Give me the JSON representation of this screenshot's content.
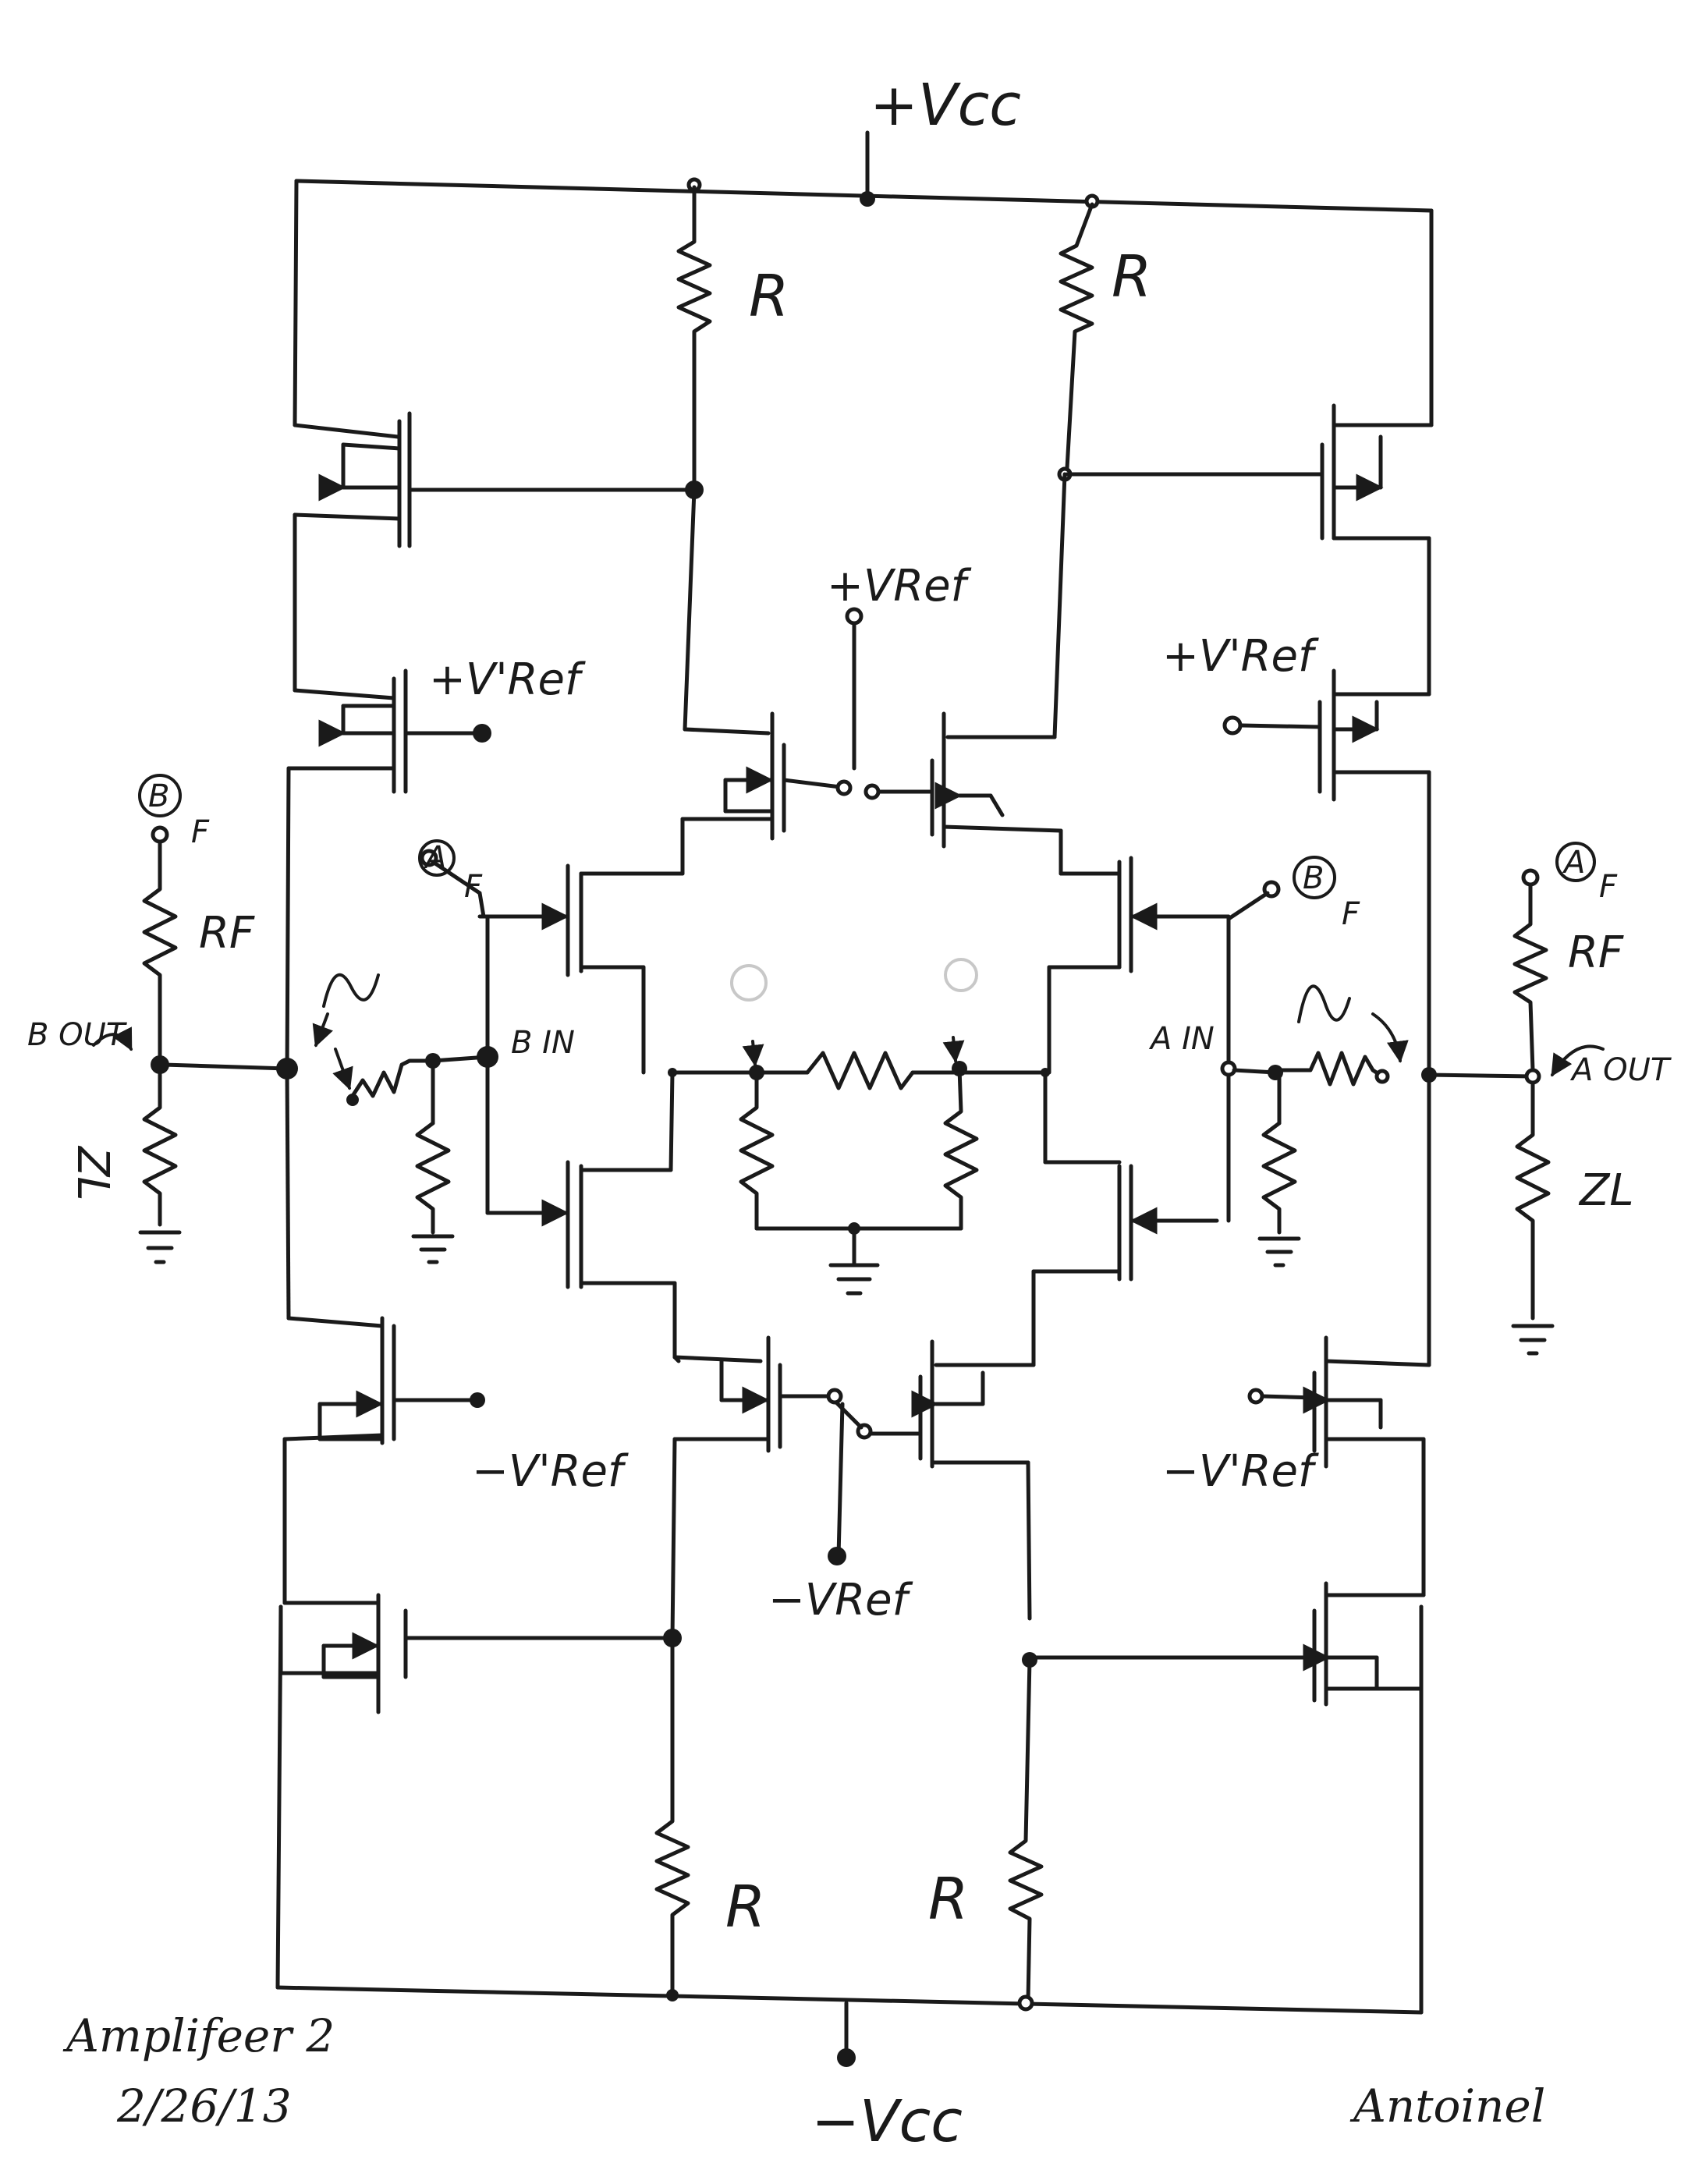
{
  "labels": {
    "vcc_pos": "+Vcc",
    "vcc_neg": "−Vcc",
    "vref_pos": "+VRef",
    "vref_neg": "−VRef",
    "vref_prime_pos": "+V'Ref",
    "vref_prime_neg": "−V'Ref",
    "r": "R",
    "rf": "RF",
    "zl": "ZL",
    "b_in": "B IN",
    "a_in": "A IN",
    "b_out": "B OUT",
    "a_out": "A OUT",
    "node_a": "A",
    "node_b": "B",
    "sub_f": "F"
  },
  "footer": {
    "title": "Amplifeer 2",
    "date": "2/26/13",
    "author": "Antoinel"
  }
}
